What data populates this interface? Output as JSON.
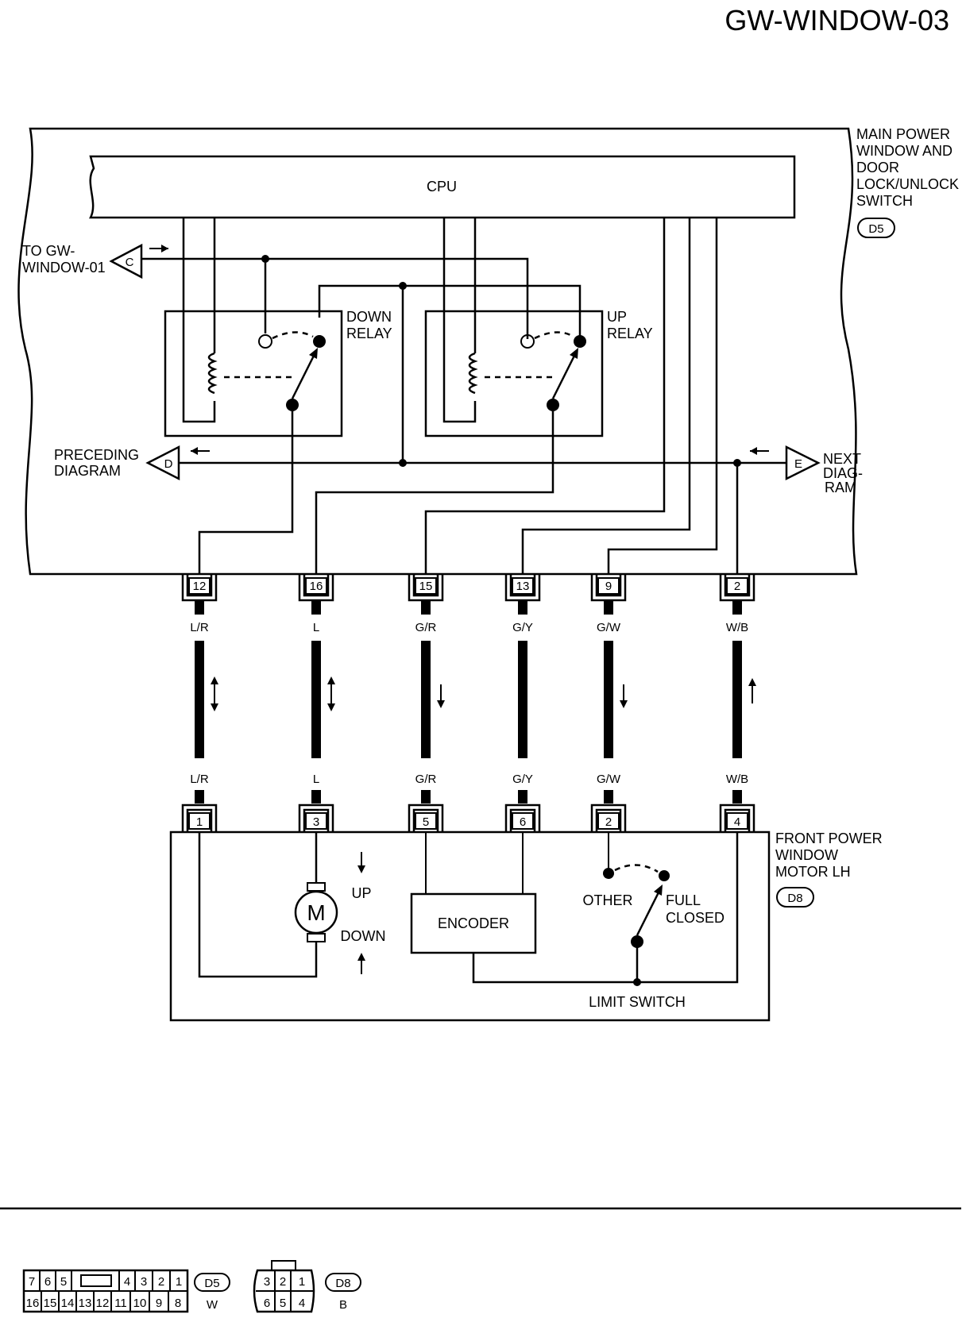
{
  "page_title": "GW-WINDOW-03",
  "components": {
    "main_switch": {
      "name_lines": [
        "MAIN POWER",
        "WINDOW AND",
        "DOOR",
        "LOCK/UNLOCK",
        "SWITCH"
      ],
      "connector": "D5"
    },
    "cpu": "CPU",
    "down_relay": [
      "DOWN",
      "RELAY"
    ],
    "up_relay": [
      "UP",
      "RELAY"
    ],
    "front_motor": {
      "name_lines": [
        "FRONT POWER",
        "WINDOW",
        "MOTOR LH"
      ],
      "connector": "D8"
    },
    "motor_symbol": "M",
    "encoder": "ENCODER",
    "limit_switch": "LIMIT SWITCH",
    "other": "OTHER",
    "full_closed": [
      "FULL",
      "CLOSED"
    ],
    "up": "UP",
    "down": "DOWN"
  },
  "offpage": {
    "c": {
      "letter": "C",
      "label_lines": [
        "TO GW-",
        "WINDOW-01"
      ]
    },
    "d": {
      "letter": "D",
      "label_lines": [
        "PRECEDING",
        "DIAGRAM"
      ]
    },
    "e": {
      "letter": "E",
      "label_lines": [
        "NEXT",
        "DIAG-",
        "RAM"
      ]
    }
  },
  "wires": [
    {
      "top_pin": "12",
      "color": "L/R",
      "bottom_pin": "1",
      "flow": "both"
    },
    {
      "top_pin": "16",
      "color": "L",
      "bottom_pin": "3",
      "flow": "both"
    },
    {
      "top_pin": "15",
      "color": "G/R",
      "bottom_pin": "5",
      "flow": "down"
    },
    {
      "top_pin": "13",
      "color": "G/Y",
      "bottom_pin": "6",
      "flow": "none"
    },
    {
      "top_pin": "9",
      "color": "G/W",
      "bottom_pin": "2",
      "flow": "down"
    },
    {
      "top_pin": "2",
      "color": "W/B",
      "bottom_pin": "4",
      "flow": "up"
    }
  ],
  "connector_views": {
    "d5": {
      "row1": [
        "7",
        "6",
        "5",
        "",
        "4",
        "3",
        "2",
        "1"
      ],
      "row2": [
        "16",
        "15",
        "14",
        "13",
        "12",
        "11",
        "10",
        "9",
        "8"
      ],
      "id": "D5",
      "color": "W"
    },
    "d8": {
      "row1": [
        "3",
        "2",
        "1"
      ],
      "row2": [
        "6",
        "5",
        "4"
      ],
      "id": "D8",
      "color": "B"
    }
  },
  "colors": {
    "ink": "#000000",
    "paper": "#ffffff"
  }
}
